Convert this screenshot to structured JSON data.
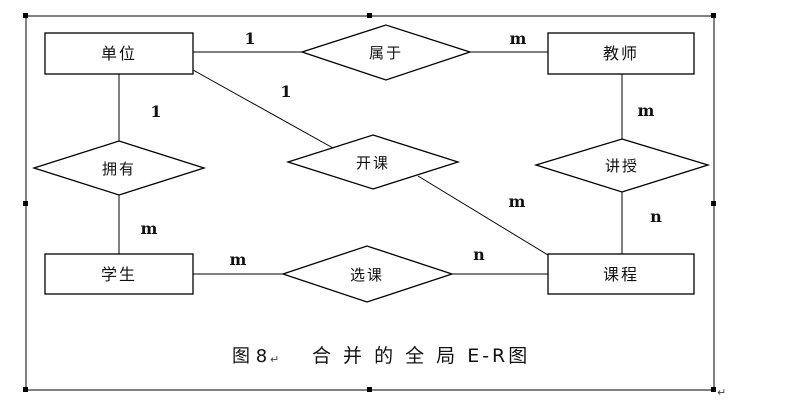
{
  "entities": {
    "unit": "单位",
    "teacher": "教师",
    "student": "学生",
    "course": "课程"
  },
  "relationships": {
    "belongs_to": "属于",
    "has": "拥有",
    "offers": "开课",
    "teaches": "讲授",
    "selects": "选课"
  },
  "cardinalities": {
    "unit_belongs": "1",
    "teacher_belongs": "m",
    "unit_has": "1",
    "student_has": "m",
    "unit_offers": "1",
    "course_offers": "m",
    "teacher_teaches": "m",
    "course_teaches": "n",
    "student_selects": "m",
    "course_selects": "n"
  },
  "caption": {
    "figure": "图 8",
    "title": "合 并 的 全 局 E-R图"
  },
  "marks": {
    "return": "↵"
  }
}
